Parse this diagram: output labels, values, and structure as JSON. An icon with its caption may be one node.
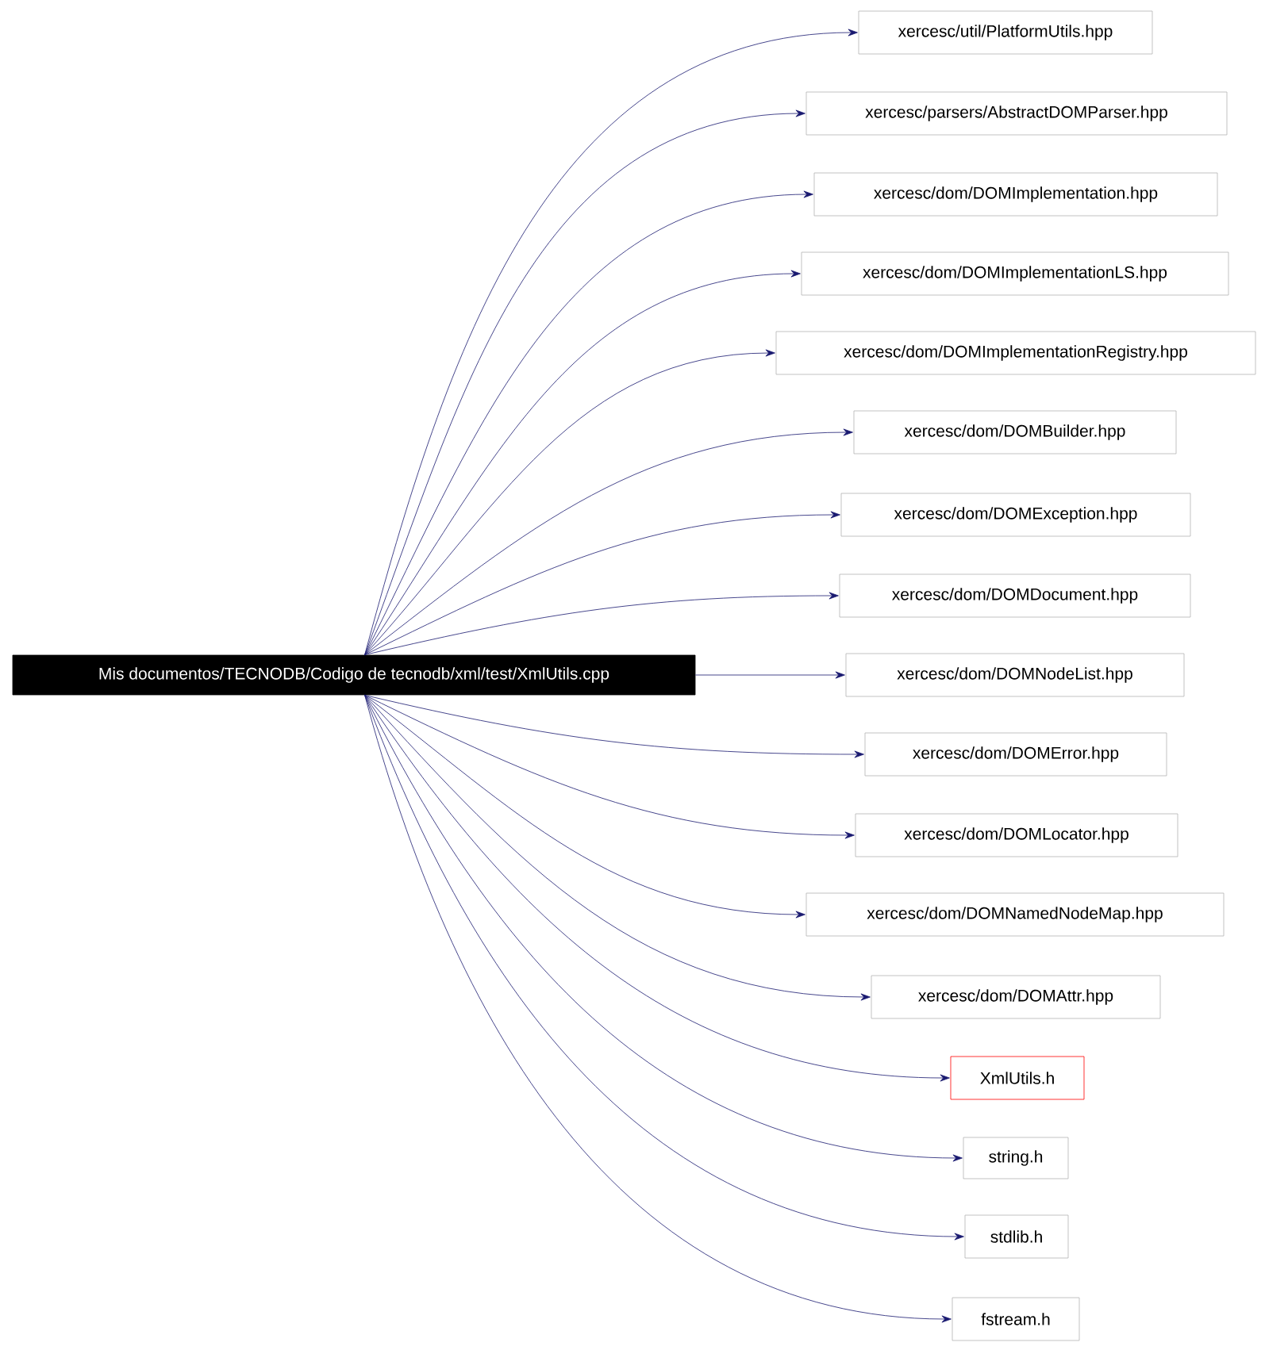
{
  "diagram": {
    "nodes": [
      {
        "text": [
          "Mis documentos/TECNODB/Codigo de tecnodb/xml/test/XmlUtils.cpp"
        ]
      },
      {
        "text": [
          "xercesc/util/PlatformUtils.hpp"
        ]
      },
      {
        "text": [
          "xercesc/parsers/AbstractDOMParser.hpp"
        ]
      },
      {
        "text": [
          "xercesc/dom/DOMImplementation.hpp"
        ]
      },
      {
        "text": [
          "xercesc/dom/DOMImplementationLS.hpp"
        ]
      },
      {
        "text": [
          "xercesc/dom/DOMImplementationRegistry.hpp"
        ]
      },
      {
        "text": [
          "xercesc/dom/DOMBuilder.hpp"
        ]
      },
      {
        "text": [
          "xercesc/dom/DOMException.hpp"
        ]
      },
      {
        "text": [
          "xercesc/dom/DOMDocument.hpp"
        ]
      },
      {
        "text": [
          "xercesc/dom/DOMNodeList.hpp"
        ]
      },
      {
        "text": [
          "xercesc/dom/DOMError.hpp"
        ]
      },
      {
        "text": [
          "xercesc/dom/DOMLocator.hpp"
        ]
      },
      {
        "text": [
          "xercesc/dom/DOMNamedNodeMap.hpp"
        ]
      },
      {
        "text": [
          "xercesc/dom/DOMAttr.hpp"
        ]
      },
      {
        "text": [
          "XmlUtils.h"
        ]
      },
      {
        "text": [
          "string.h"
        ]
      },
      {
        "text": [
          "stdlib.h"
        ]
      },
      {
        "text": [
          "fstream.h"
        ]
      }
    ],
    "edges": [
      {
        "from": 0,
        "to": 1,
        "arrow": "to"
      },
      {
        "from": 0,
        "to": 2,
        "arrow": "to"
      },
      {
        "from": 0,
        "to": 3,
        "arrow": "to"
      },
      {
        "from": 0,
        "to": 4,
        "arrow": "to"
      },
      {
        "from": 0,
        "to": 5,
        "arrow": "to"
      },
      {
        "from": 0,
        "to": 6,
        "arrow": "to"
      },
      {
        "from": 0,
        "to": 7,
        "arrow": "to"
      },
      {
        "from": 0,
        "to": 8,
        "arrow": "to"
      },
      {
        "from": 0,
        "to": 9,
        "arrow": "to"
      },
      {
        "from": 0,
        "to": 10,
        "arrow": "to"
      },
      {
        "from": 0,
        "to": 11,
        "arrow": "to"
      },
      {
        "from": 0,
        "to": 12,
        "arrow": "to"
      },
      {
        "from": 0,
        "to": 13,
        "arrow": "to"
      },
      {
        "from": 0,
        "to": 14,
        "arrow": "to"
      },
      {
        "from": 0,
        "to": 15,
        "arrow": "to"
      },
      {
        "from": 0,
        "to": 16,
        "arrow": "to"
      },
      {
        "from": 0,
        "to": 17,
        "arrow": "to"
      }
    ]
  }
}
